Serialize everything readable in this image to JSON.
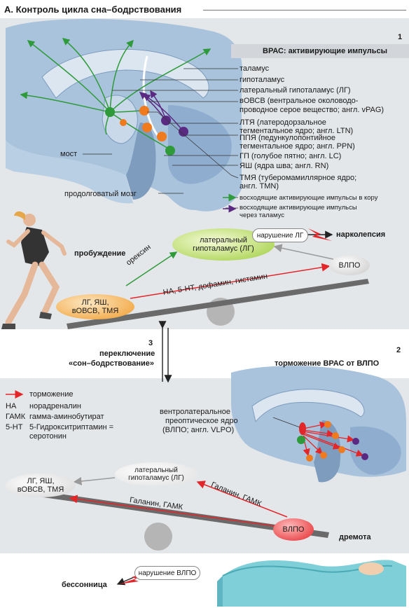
{
  "header": {
    "title": "А. Контроль цикла сна–бодрствования"
  },
  "panel1": {
    "number": "1",
    "title": "ВРАС: активирующие импульсы",
    "labels": {
      "thalamus": "таламус",
      "hypothalamus": "гипоталамус",
      "lg_line1": "латеральный гипоталамус (ЛГ)",
      "vovs_line1": "вОВСВ (вентральное околоводо-",
      "vovs_line2": "проводное серое вещество; англ. vPAG)",
      "ltya_line1": "ЛТЯ (латеродорзальное",
      "ltya_line2": "тегментальное ядро; англ. LTN)",
      "ppya_line1": "ППЯ (педункулопонтийное",
      "ppya_line2": "тегментальное ядро; англ. PPN)",
      "gp": "ГП (голубое пятно; англ. LC)",
      "yash": "ЯШ (ядра шва; англ. RN)",
      "tmya_line1": "ТМЯ (туберомамиллярное ядро;",
      "tmya_line2": "англ. TMN)",
      "most": "мост",
      "medulla": "продолговатый мозг"
    },
    "legend": {
      "green": "восходящие активирующие импульсы в кору",
      "purple_line1": "восходящие активирующие импульсы",
      "purple_line2": "через таламус"
    }
  },
  "wake": {
    "lg_line1": "латеральный",
    "lg_line2": "гипоталамус (ЛГ)",
    "disorder": "нарушение ЛГ",
    "narcolepsy": "нарколепсия",
    "awakening": "пробуждение",
    "orexin": "орексин",
    "vlpo": "ВЛПО",
    "nuclei_line1": "ЛГ, ЯШ,",
    "nuclei_line2": "вОВСВ, ТМЯ",
    "transmitters": "НА, 5-НТ, дофамин, гистамин"
  },
  "switch": {
    "number": "3",
    "line1": "переключение",
    "line2": "«сон–бодрствование»"
  },
  "panel2": {
    "number": "2",
    "title": "торможение ВРАС от ВЛПО",
    "vlpo_line1": "вентролатеральное",
    "vlpo_line2": "преоптическое ядро",
    "vlpo_line3": "(ВЛПО; англ. VLPO)"
  },
  "legend2": {
    "inhibition": "торможение",
    "na_abbr": "НА",
    "na_text": "норадреналин",
    "gaba_abbr": "ГАМК",
    "gaba_text": "гамма-аминобутират",
    "ht_abbr": "5-НТ",
    "ht_text_line1": "5-Гидрокситриптамин =",
    "ht_text_line2": "серотонин"
  },
  "sleep": {
    "lg_line1": "латеральный",
    "lg_line2": "гипоталамус (ЛГ)",
    "nuclei_line1": "ЛГ, ЯШ,",
    "nuclei_line2": "вОВСВ, ТМЯ",
    "galanin_upper": "Галанин, ГАМК",
    "galanin_lower": "Галанин, ГАМК",
    "vlpo": "ВЛПО",
    "drowsiness": "дремота"
  },
  "insomnia": {
    "disorder": "нарушение ВЛПО",
    "label": "бессонница"
  },
  "colors": {
    "green": "#2e9a3a",
    "purple": "#5a2a82",
    "orange": "#f07a1e",
    "red": "#e3262a",
    "panel": "#e4e7ea",
    "brain": "#a9c3dc"
  }
}
